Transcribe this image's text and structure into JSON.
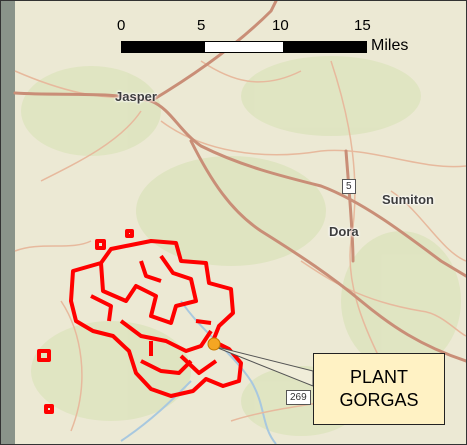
{
  "scale_bar": {
    "ticks": [
      "0",
      "5",
      "10",
      "15"
    ],
    "unit": "Miles"
  },
  "places": {
    "jasper": "Jasper",
    "sumiton": "Sumiton",
    "dora": "Dora"
  },
  "route_shields": {
    "route_5": "5",
    "route_269": "269"
  },
  "callout": {
    "line1": "PLANT",
    "line2": "GORGAS"
  },
  "colors": {
    "basemap": "#ece9d4",
    "terrain": "#dfe4c2",
    "highway": "#c98e77",
    "road": "#e7b99d",
    "water": "#a8c8df",
    "imagery_strip": "#8a948a",
    "site_boundary": "#ff0000",
    "plant_marker": "#f5a623",
    "callout_fill": "#fff2c4"
  }
}
